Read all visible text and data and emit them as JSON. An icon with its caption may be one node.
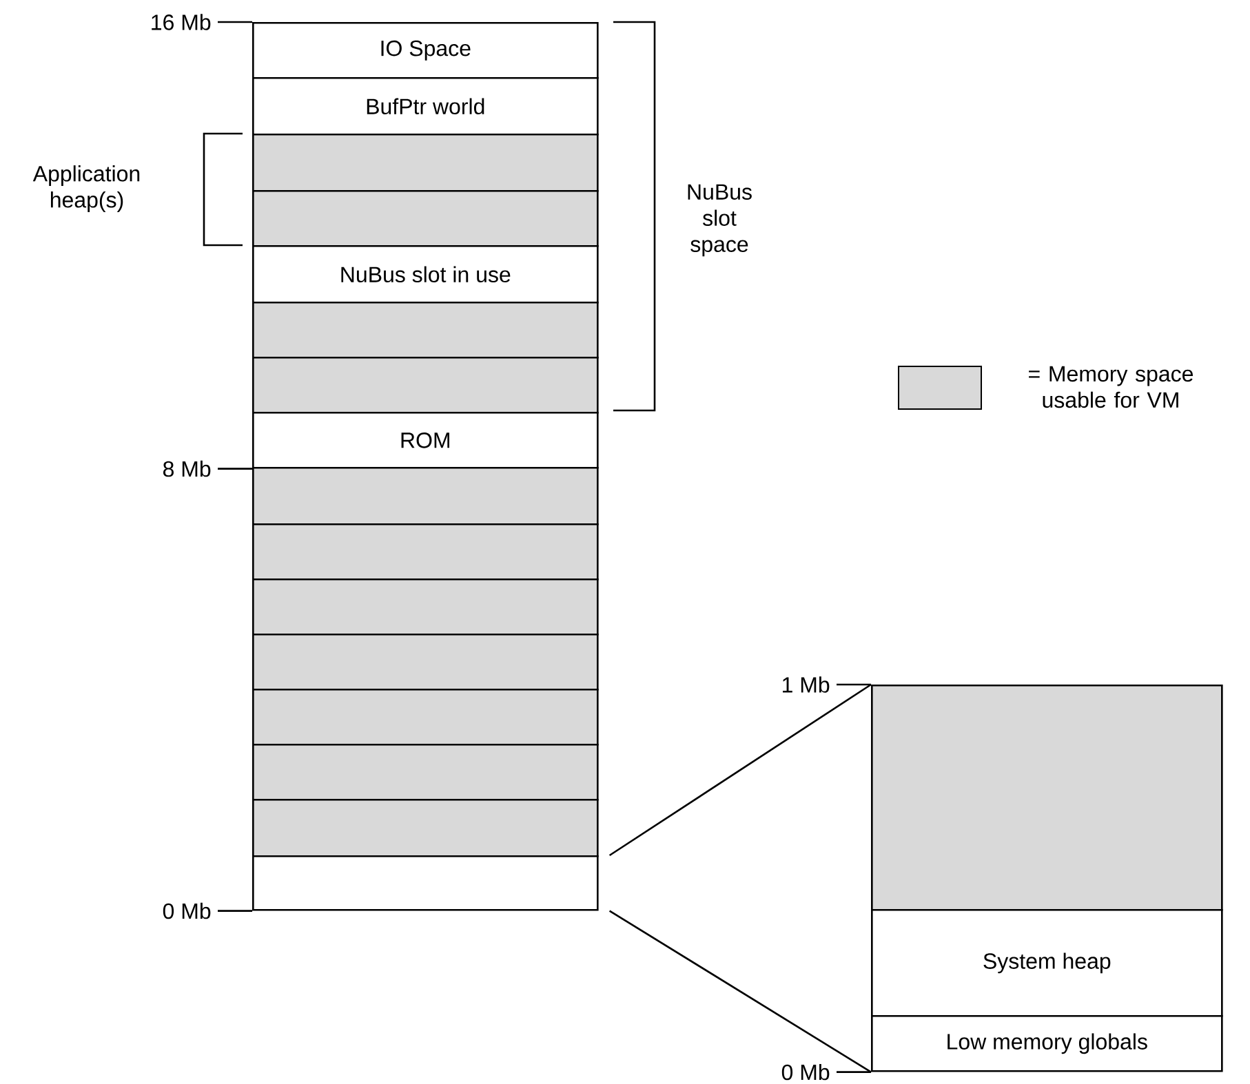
{
  "diagram": {
    "nodes": [
      {
        "text": [
          "IO Space"
        ],
        "beside": [
          "16 Mb"
        ]
      },
      {
        "text": [
          "BufPtr world"
        ]
      },
      {
        "text": [],
        "shape": "box"
      },
      {
        "text": [],
        "shape": "box"
      },
      {
        "text": [
          "NuBus slot in use"
        ]
      },
      {
        "text": [],
        "shape": "box"
      },
      {
        "text": [],
        "shape": "box"
      },
      {
        "text": [
          "ROM"
        ],
        "beside": [
          "8 Mb"
        ]
      },
      {
        "text": [],
        "shape": "box"
      },
      {
        "text": [],
        "shape": "box"
      },
      {
        "text": [],
        "shape": "box"
      },
      {
        "text": [],
        "shape": "box"
      },
      {
        "text": [],
        "shape": "box"
      },
      {
        "text": [],
        "shape": "box"
      },
      {
        "text": [],
        "shape": "box"
      },
      {
        "text": [],
        "shape": "box",
        "beside": [
          "0 Mb"
        ]
      },
      {
        "text": [],
        "shape": "box",
        "beside": [
          "1 Mb"
        ]
      },
      {
        "text": [
          "System heap"
        ]
      },
      {
        "text": [
          "Low memory globals"
        ],
        "beside": [
          "0 Mb"
        ]
      }
    ],
    "edges": [
      {
        "from": 15,
        "to": 16,
        "arrow": "none"
      },
      {
        "from": 15,
        "to": 18,
        "arrow": "none"
      }
    ],
    "labels": [
      "Application heap(s)",
      "NuBus slot space"
    ],
    "legend": [
      {
        "text": "= Memory space usable for VM",
        "color": "#d9d9d9"
      }
    ]
  }
}
